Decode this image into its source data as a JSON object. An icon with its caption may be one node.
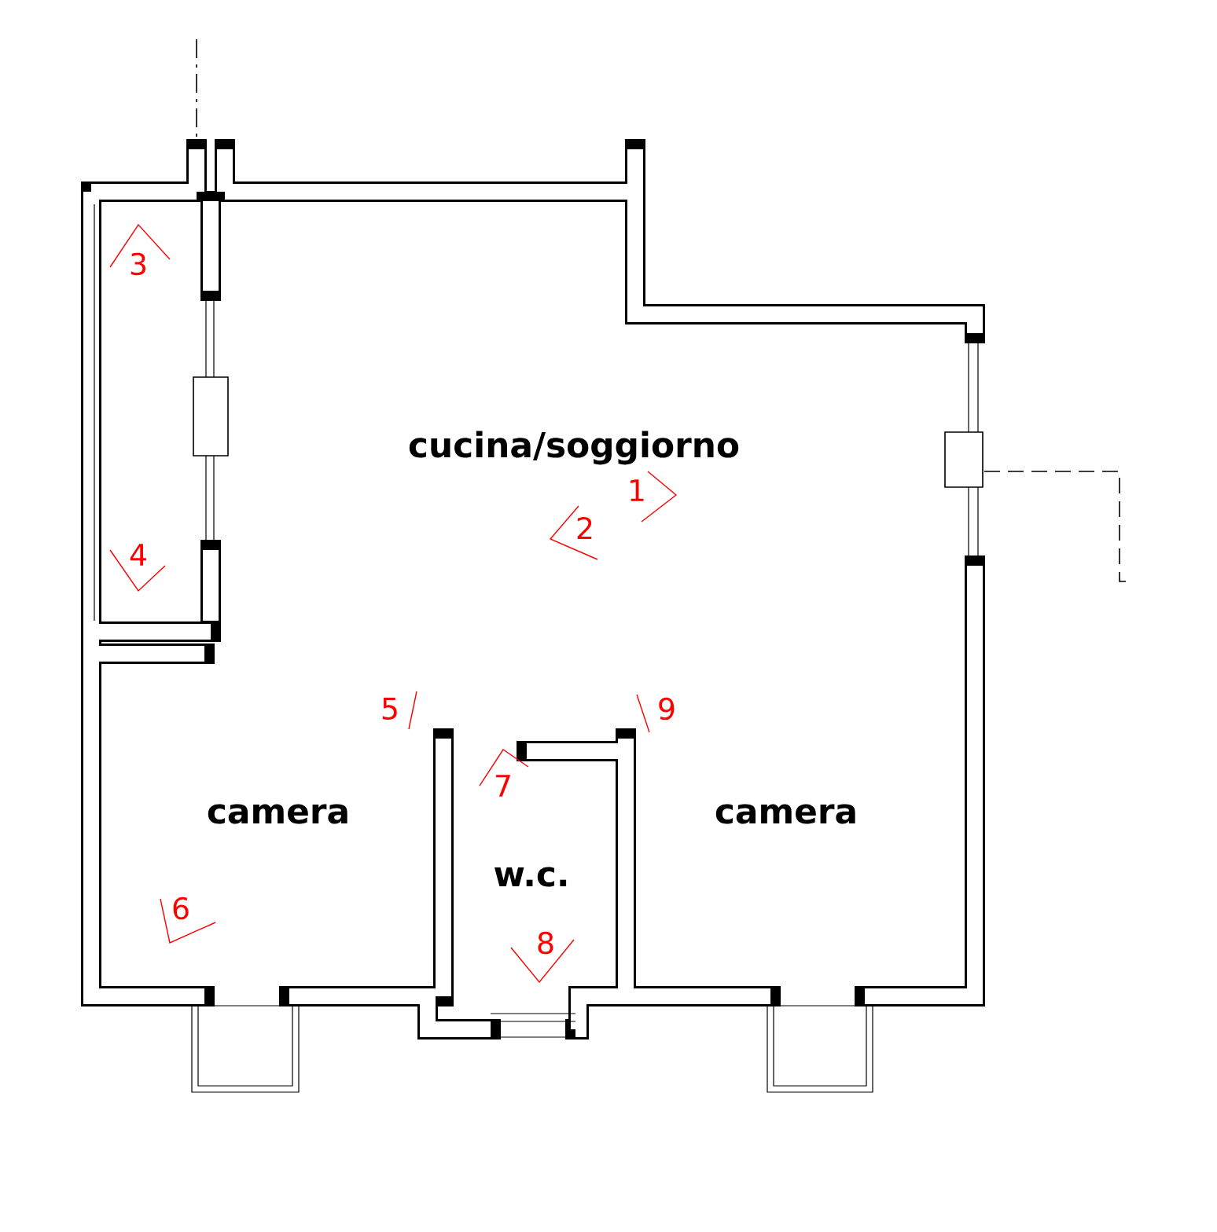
{
  "diagram": {
    "labels": [
      "3",
      "cucina/soggiorno",
      "1",
      "2",
      "4",
      "5",
      "9",
      "7",
      "camera",
      "camera",
      "w.c.",
      "6",
      "8"
    ]
  }
}
